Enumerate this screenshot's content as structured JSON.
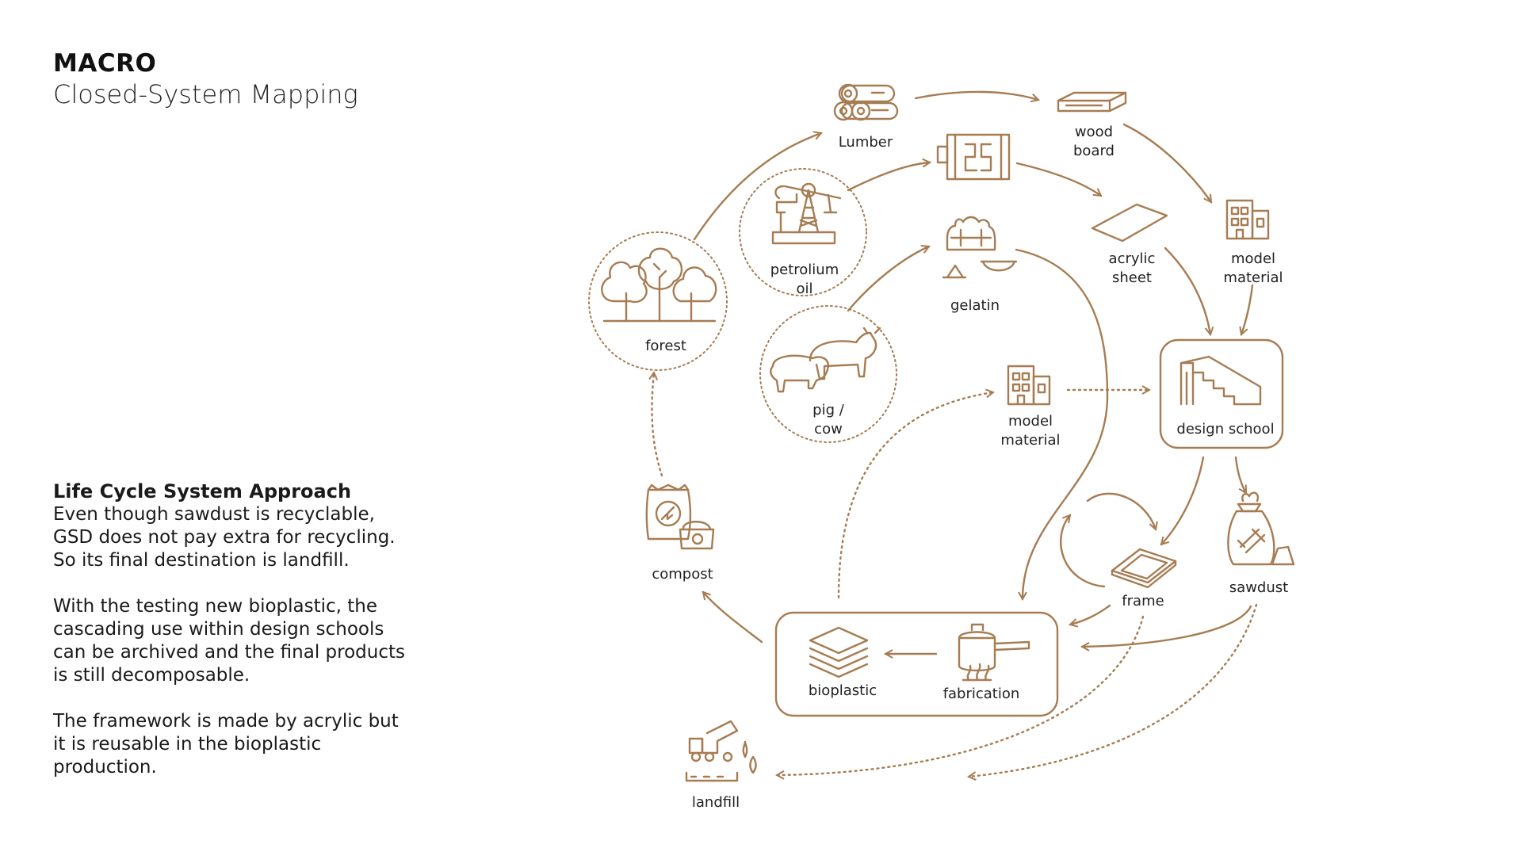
{
  "header": {
    "title": "MACRO",
    "subtitle": "Closed-System Mapping"
  },
  "description": {
    "heading": "Life Cycle System Approach",
    "paragraphs": [
      "Even though sawdust is recyclable, GSD does not pay extra for recycling. So its final destination is landfill.",
      "With the testing new bioplastic, the cascading use within design schools can be archived and the final products is still decomposable.",
      "The framework is made by acrylic but it is reusable in the bioplastic production."
    ]
  },
  "diagram": {
    "accent_color": "#a67c52",
    "nodes": {
      "lumber": {
        "label": "Lumber",
        "icon": "log-pile-icon"
      },
      "wood_board": {
        "label_lines": [
          "wood",
          "board"
        ],
        "icon": "wood-plank-icon"
      },
      "petroleum_oil": {
        "label_lines": [
          "petrolium",
          "oil"
        ],
        "icon": "oil-pump-icon"
      },
      "acrylic_factory": {
        "icon": "factory-icon"
      },
      "forest": {
        "label": "forest",
        "icon": "tree-icon"
      },
      "gelatin": {
        "label": "gelatin",
        "icon": "gelatin-icon"
      },
      "acrylic_sheet": {
        "label_lines": [
          "acrylic",
          "sheet"
        ],
        "icon": "sheet-icon"
      },
      "model_material_top": {
        "label_lines": [
          "model",
          "material"
        ],
        "icon": "building-icon"
      },
      "pig_cow": {
        "label_lines": [
          "pig /",
          "cow"
        ],
        "icon": "livestock-icon"
      },
      "model_material_mid": {
        "label_lines": [
          "model",
          "material"
        ],
        "icon": "building-icon"
      },
      "design_school": {
        "label": "design school",
        "icon": "stairs-icon"
      },
      "compost": {
        "label": "compost",
        "icon": "compost-bag-icon"
      },
      "frame": {
        "label": "frame",
        "icon": "frame-icon"
      },
      "sawdust": {
        "label": "sawdust",
        "icon": "sawdust-bag-icon"
      },
      "bioplastic": {
        "label": "bioplastic",
        "icon": "layers-icon"
      },
      "fabrication": {
        "label": "fabrication",
        "icon": "cooking-pot-icon"
      },
      "landfill": {
        "label": "landfill",
        "icon": "dump-truck-icon"
      }
    }
  }
}
